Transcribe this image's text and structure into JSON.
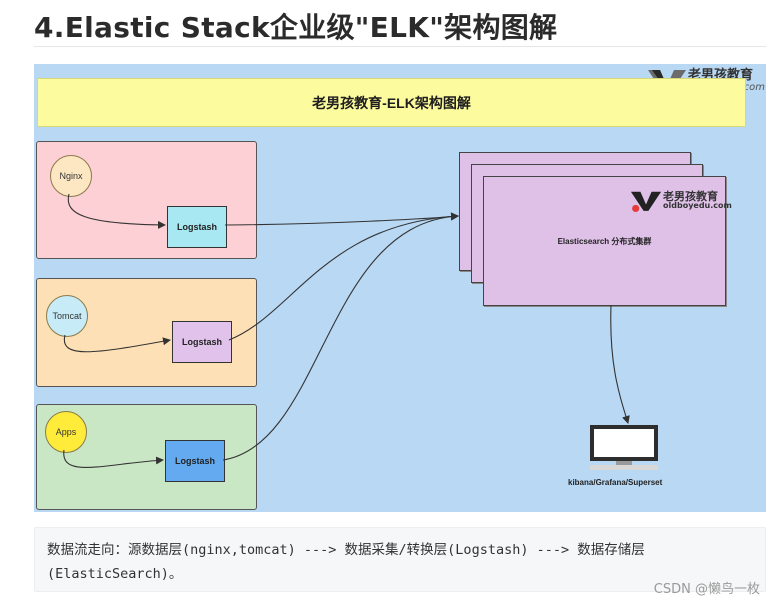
{
  "heading": "4.Elastic Stack企业级\"ELK\"架构图解",
  "diagram": {
    "banner": "老男孩教育-ELK架构图解",
    "logo": {
      "name": "老男孩教育",
      "url": "oldboyedu.com"
    },
    "sources": [
      {
        "name": "Nginx",
        "shipper": "Logstash",
        "box_color": "#fdd0d5",
        "circle_color": "#fde7c3",
        "shipper_color": "#a8e8f2"
      },
      {
        "name": "Tomcat",
        "shipper": "Logstash",
        "box_color": "#fde0b5",
        "circle_color": "#c7ecf7",
        "shipper_color": "#e0c2ea"
      },
      {
        "name": "Apps",
        "shipper": "Logstash",
        "box_color": "#c9e7c5",
        "circle_color": "#ffec3a",
        "shipper_color": "#64aaf0"
      }
    ],
    "storage": "Elasticsearch 分布式集群",
    "visualization": "kibana/Grafana/Superset"
  },
  "note": "数据流走向：源数据层(nginx,tomcat) ---> 数据采集/转换层(Logstash) ---> 数据存储层(ElasticSearch)。",
  "watermark": "CSDN @懒鸟一枚"
}
